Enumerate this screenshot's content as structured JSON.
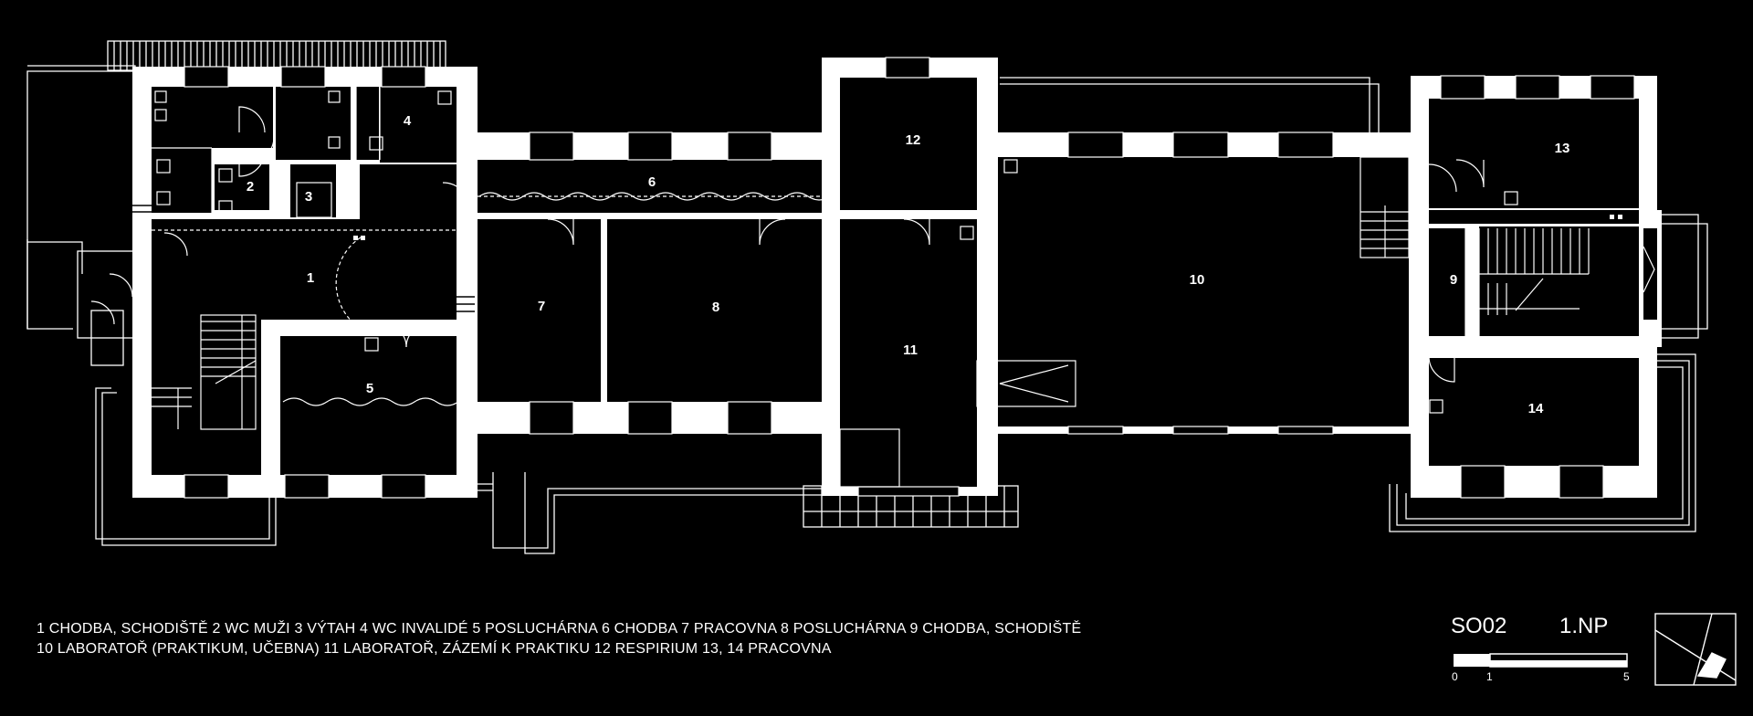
{
  "drawing": {
    "sheet_code": "SO02",
    "floor": "1.NP",
    "legend": {
      "line1": "1  CHODBA, SCHODIŠTĚ   2  WC MUŽI   3 VÝTAH   4  WC INVALIDÉ  5  POSLUCHÁRNA   6  CHODBA   7  PRACOVNA   8  POSLUCHÁRNA   9  CHODBA, SCHODIŠTĚ",
      "line2": "10  LABORATOŘ (PRAKTIKUM, UČEBNA)    11  LABORATOŘ, ZÁZEMÍ K PRAKTIKU    12  RESPIRIUM    13, 14  PRACOVNA"
    },
    "scale_labels": [
      "0",
      "1",
      "5"
    ],
    "rooms": [
      {
        "num": "1"
      },
      {
        "num": "2"
      },
      {
        "num": "3"
      },
      {
        "num": "4"
      },
      {
        "num": "5"
      },
      {
        "num": "6"
      },
      {
        "num": "7"
      },
      {
        "num": "8"
      },
      {
        "num": "9"
      },
      {
        "num": "10"
      },
      {
        "num": "11"
      },
      {
        "num": "12"
      },
      {
        "num": "13"
      },
      {
        "num": "14"
      }
    ]
  }
}
